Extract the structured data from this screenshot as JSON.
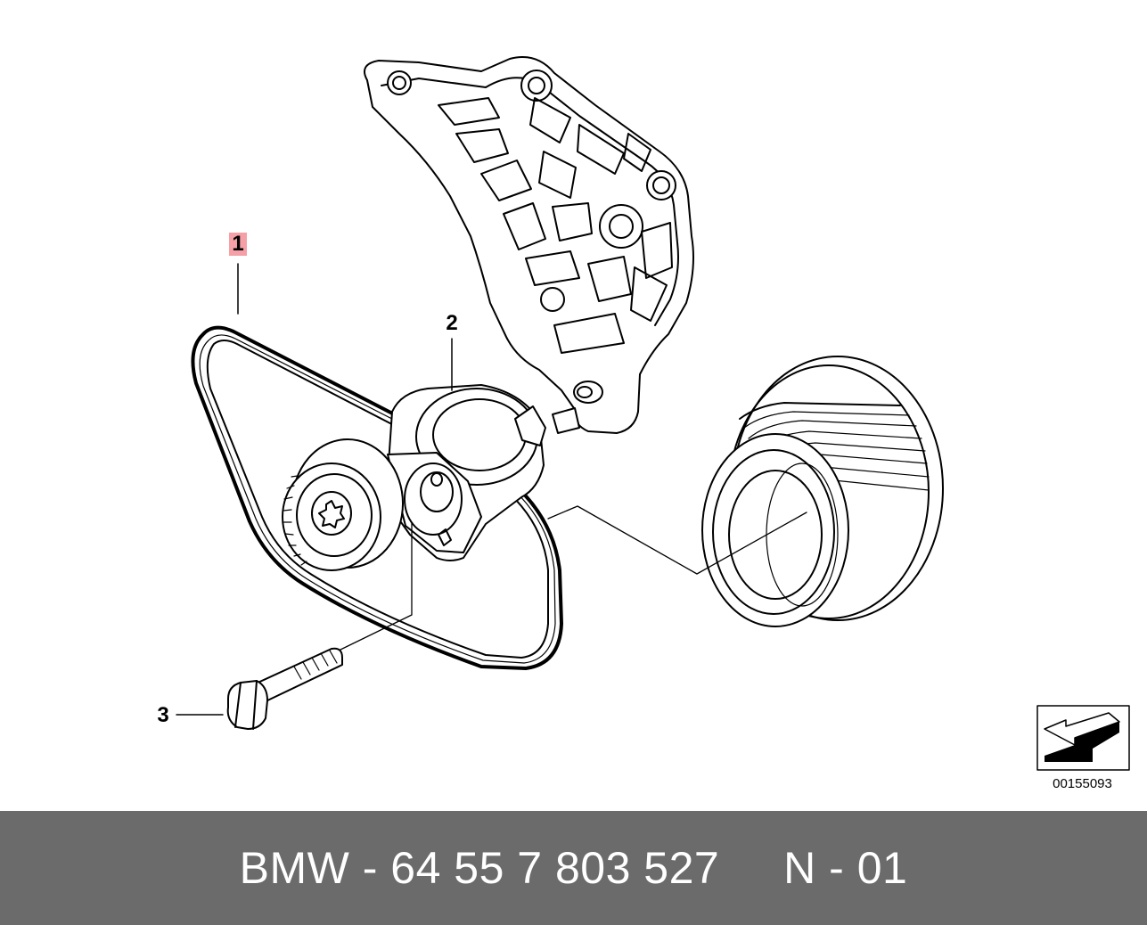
{
  "diagram": {
    "callouts": {
      "part_1": "1",
      "part_2": "2",
      "part_3": "3"
    },
    "image_code": "00155093",
    "highlight_color": "#f4a0a6",
    "line_color": "#000000"
  },
  "footer": {
    "caption": "BMW - 64 55 7 803 527     N - 01",
    "background_color": "#6b6b6b",
    "text_color": "#ffffff"
  }
}
